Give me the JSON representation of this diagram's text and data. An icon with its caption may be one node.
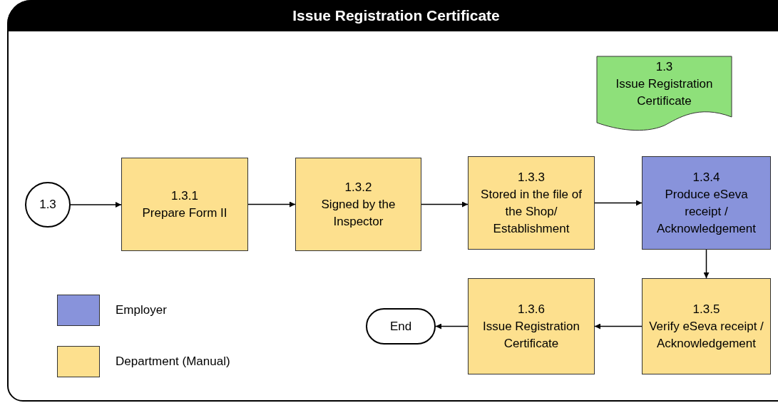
{
  "diagram": {
    "title": "Issue Registration Certificate",
    "nodes": [
      {
        "text": [
          "1.3"
        ]
      },
      {
        "text": [
          "1.3.1",
          "Prepare Form II"
        ]
      },
      {
        "text": [
          "1.3.2",
          "Signed by the Inspector"
        ]
      },
      {
        "text": [
          "1.3.3",
          "Stored in the file of the Shop/ Establishment"
        ]
      },
      {
        "text": [
          "1.3.4",
          "Produce eSeva receipt / Acknowledgement"
        ]
      },
      {
        "text": [
          "1.3.5",
          "Verify eSeva receipt / Acknowledgement"
        ]
      },
      {
        "text": [
          "1.3.6",
          "Issue Registration Certificate"
        ]
      },
      {
        "text": [
          "End"
        ]
      },
      {
        "text": [
          "1.3",
          "Issue Registration Certificate"
        ]
      }
    ],
    "edges": [
      {
        "from": 0,
        "to": 1,
        "arrow": "to"
      },
      {
        "from": 1,
        "to": 2,
        "arrow": "to"
      },
      {
        "from": 2,
        "to": 3,
        "arrow": "to"
      },
      {
        "from": 3,
        "to": 4,
        "arrow": "to"
      },
      {
        "from": 4,
        "to": 5,
        "arrow": "to"
      },
      {
        "from": 5,
        "to": 6,
        "arrow": "to"
      },
      {
        "from": 6,
        "to": 7,
        "arrow": "to"
      }
    ],
    "legend": [
      {
        "text": "Employer",
        "color": "#8893db"
      },
      {
        "text": "Department (Manual)",
        "color": "#fde08e"
      }
    ]
  }
}
